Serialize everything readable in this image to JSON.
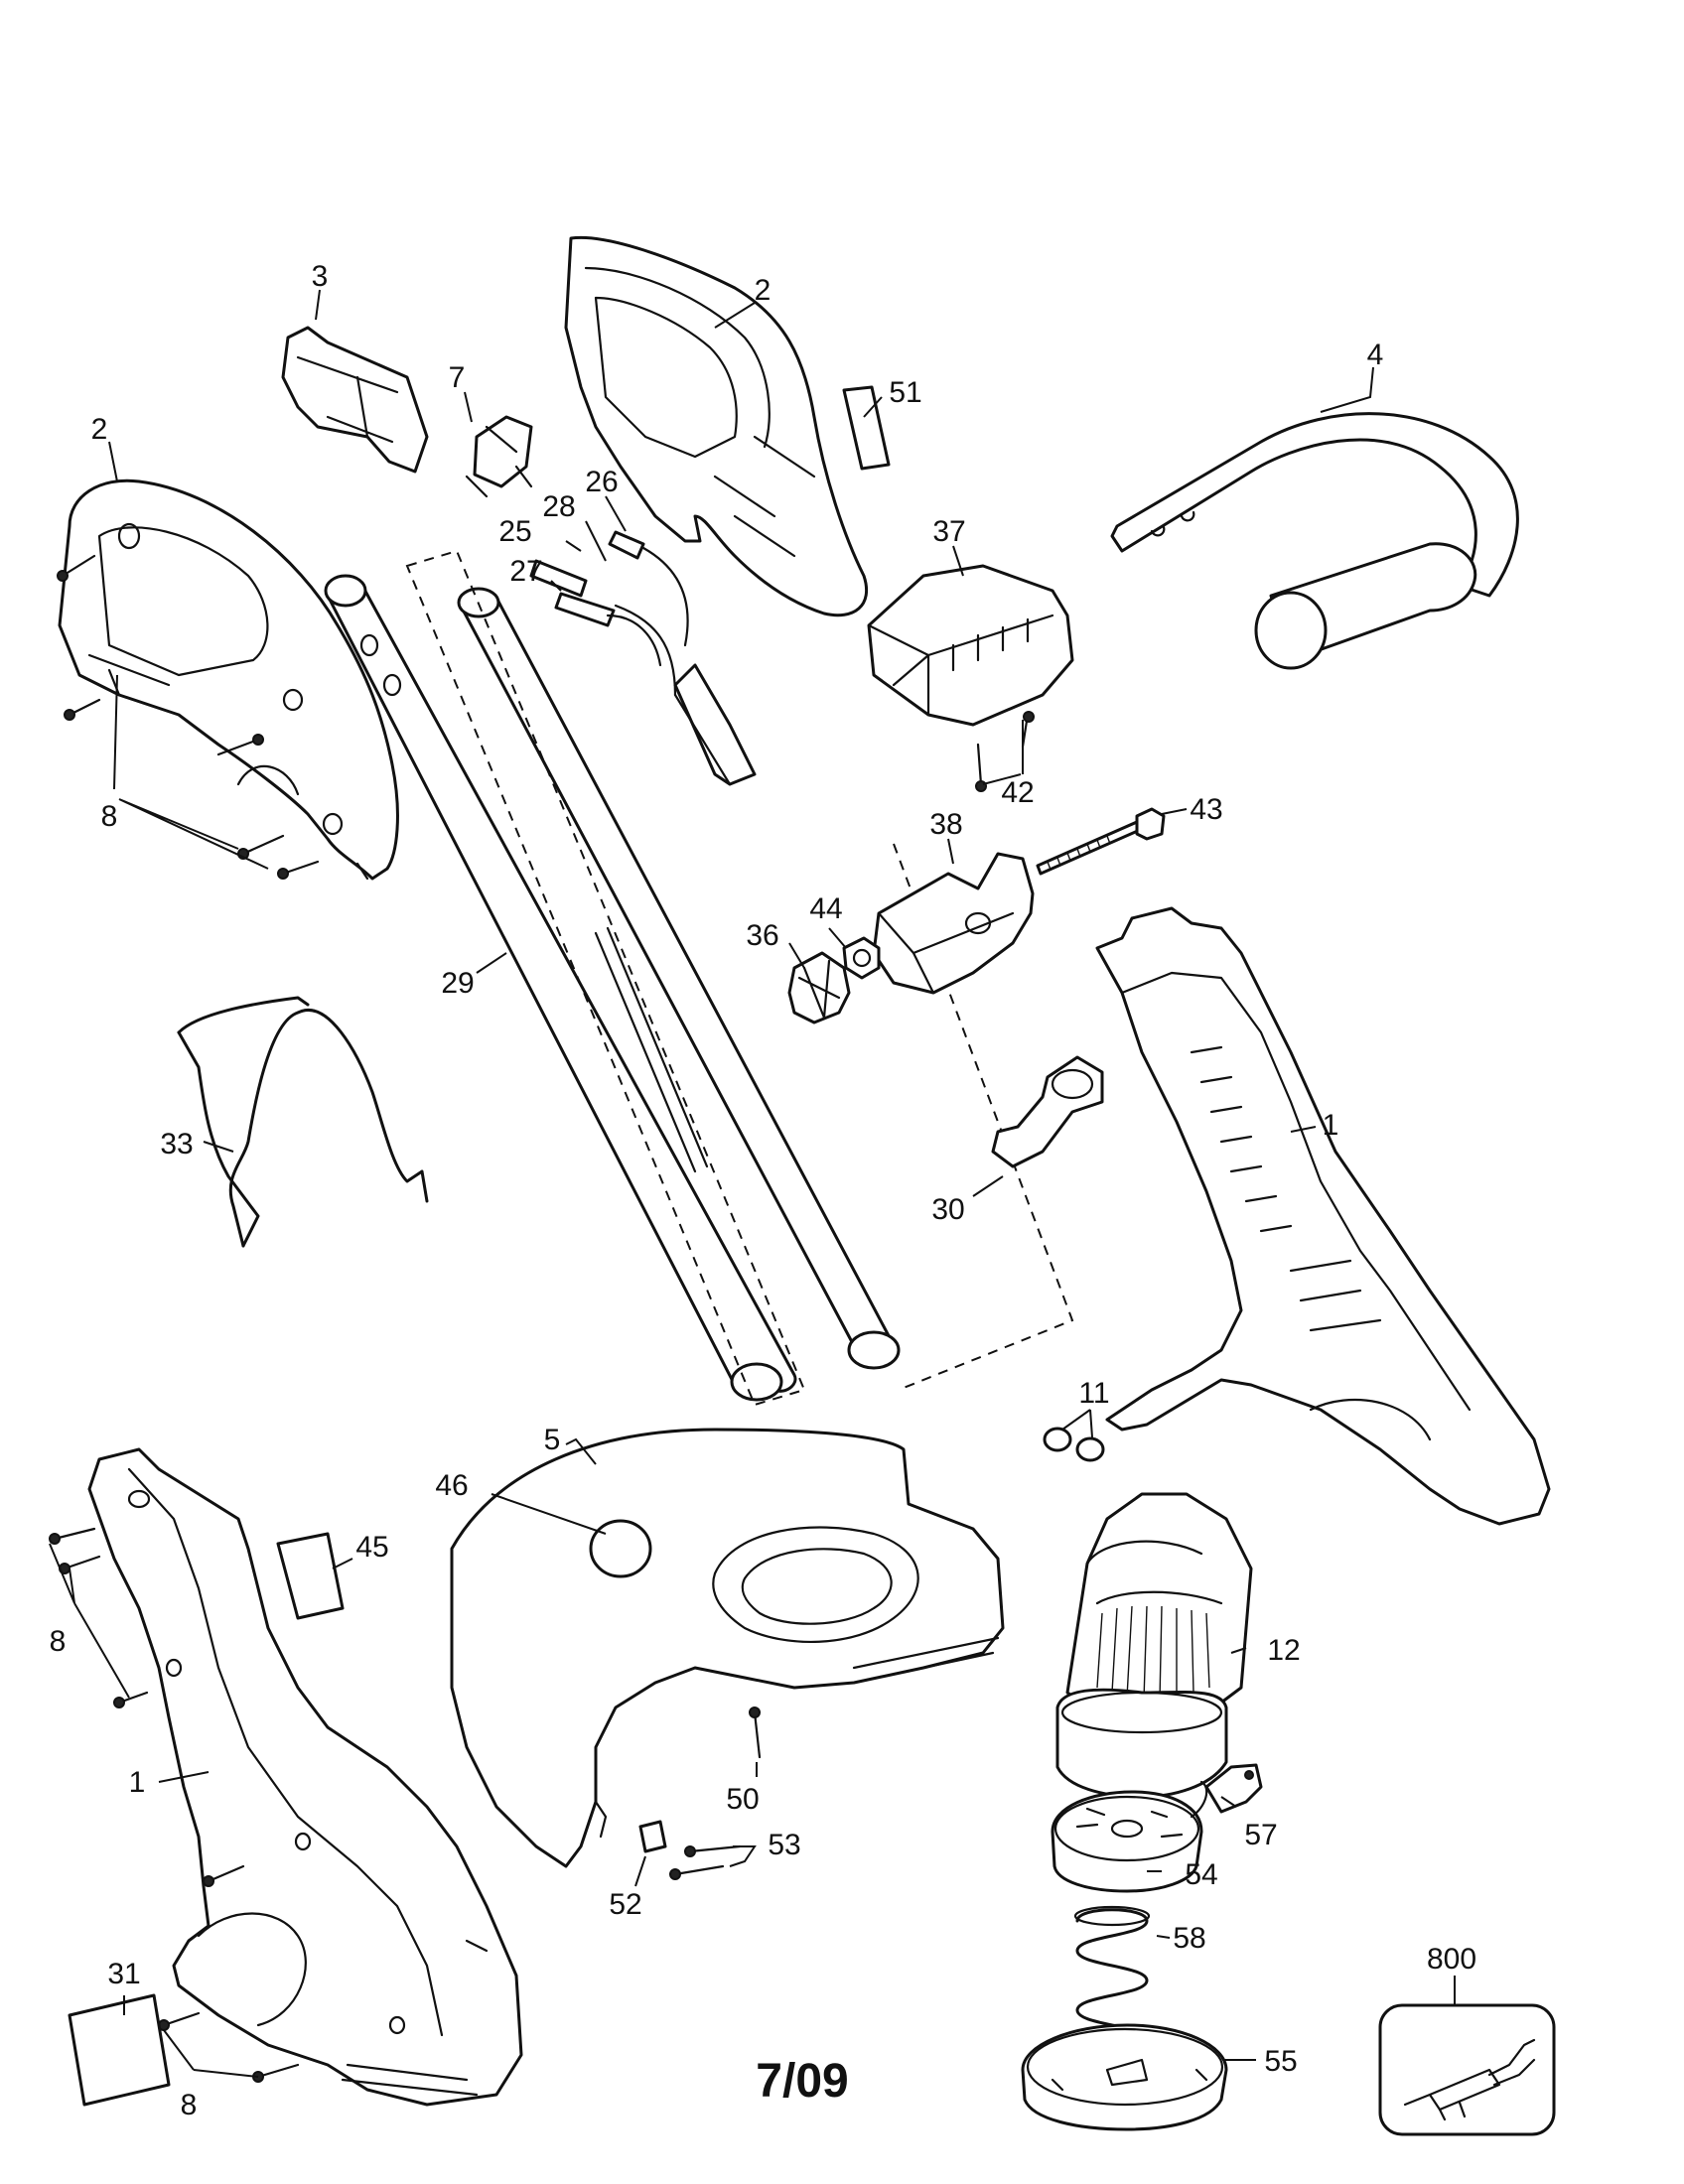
{
  "labels": {
    "l3": "3",
    "l2a": "2",
    "l7": "7",
    "l2b": "2",
    "l51": "51",
    "l4": "4",
    "l26": "26",
    "l28": "28",
    "l25": "25",
    "l27": "27",
    "l37": "37",
    "l8a": "8",
    "l42": "42",
    "l43": "43",
    "l38": "38",
    "l44": "44",
    "l36": "36",
    "l29": "29",
    "l1a": "1",
    "l33": "33",
    "l30": "30",
    "l11": "11",
    "l5": "5",
    "l46": "46",
    "l45": "45",
    "l8b": "8",
    "l12": "12",
    "l1b": "1",
    "l50": "50",
    "l57": "57",
    "l53": "53",
    "l54": "54",
    "l52": "52",
    "l58": "58",
    "l31": "31",
    "l800": "800",
    "l55": "55",
    "l8c": "8"
  },
  "date_code": "7/09"
}
